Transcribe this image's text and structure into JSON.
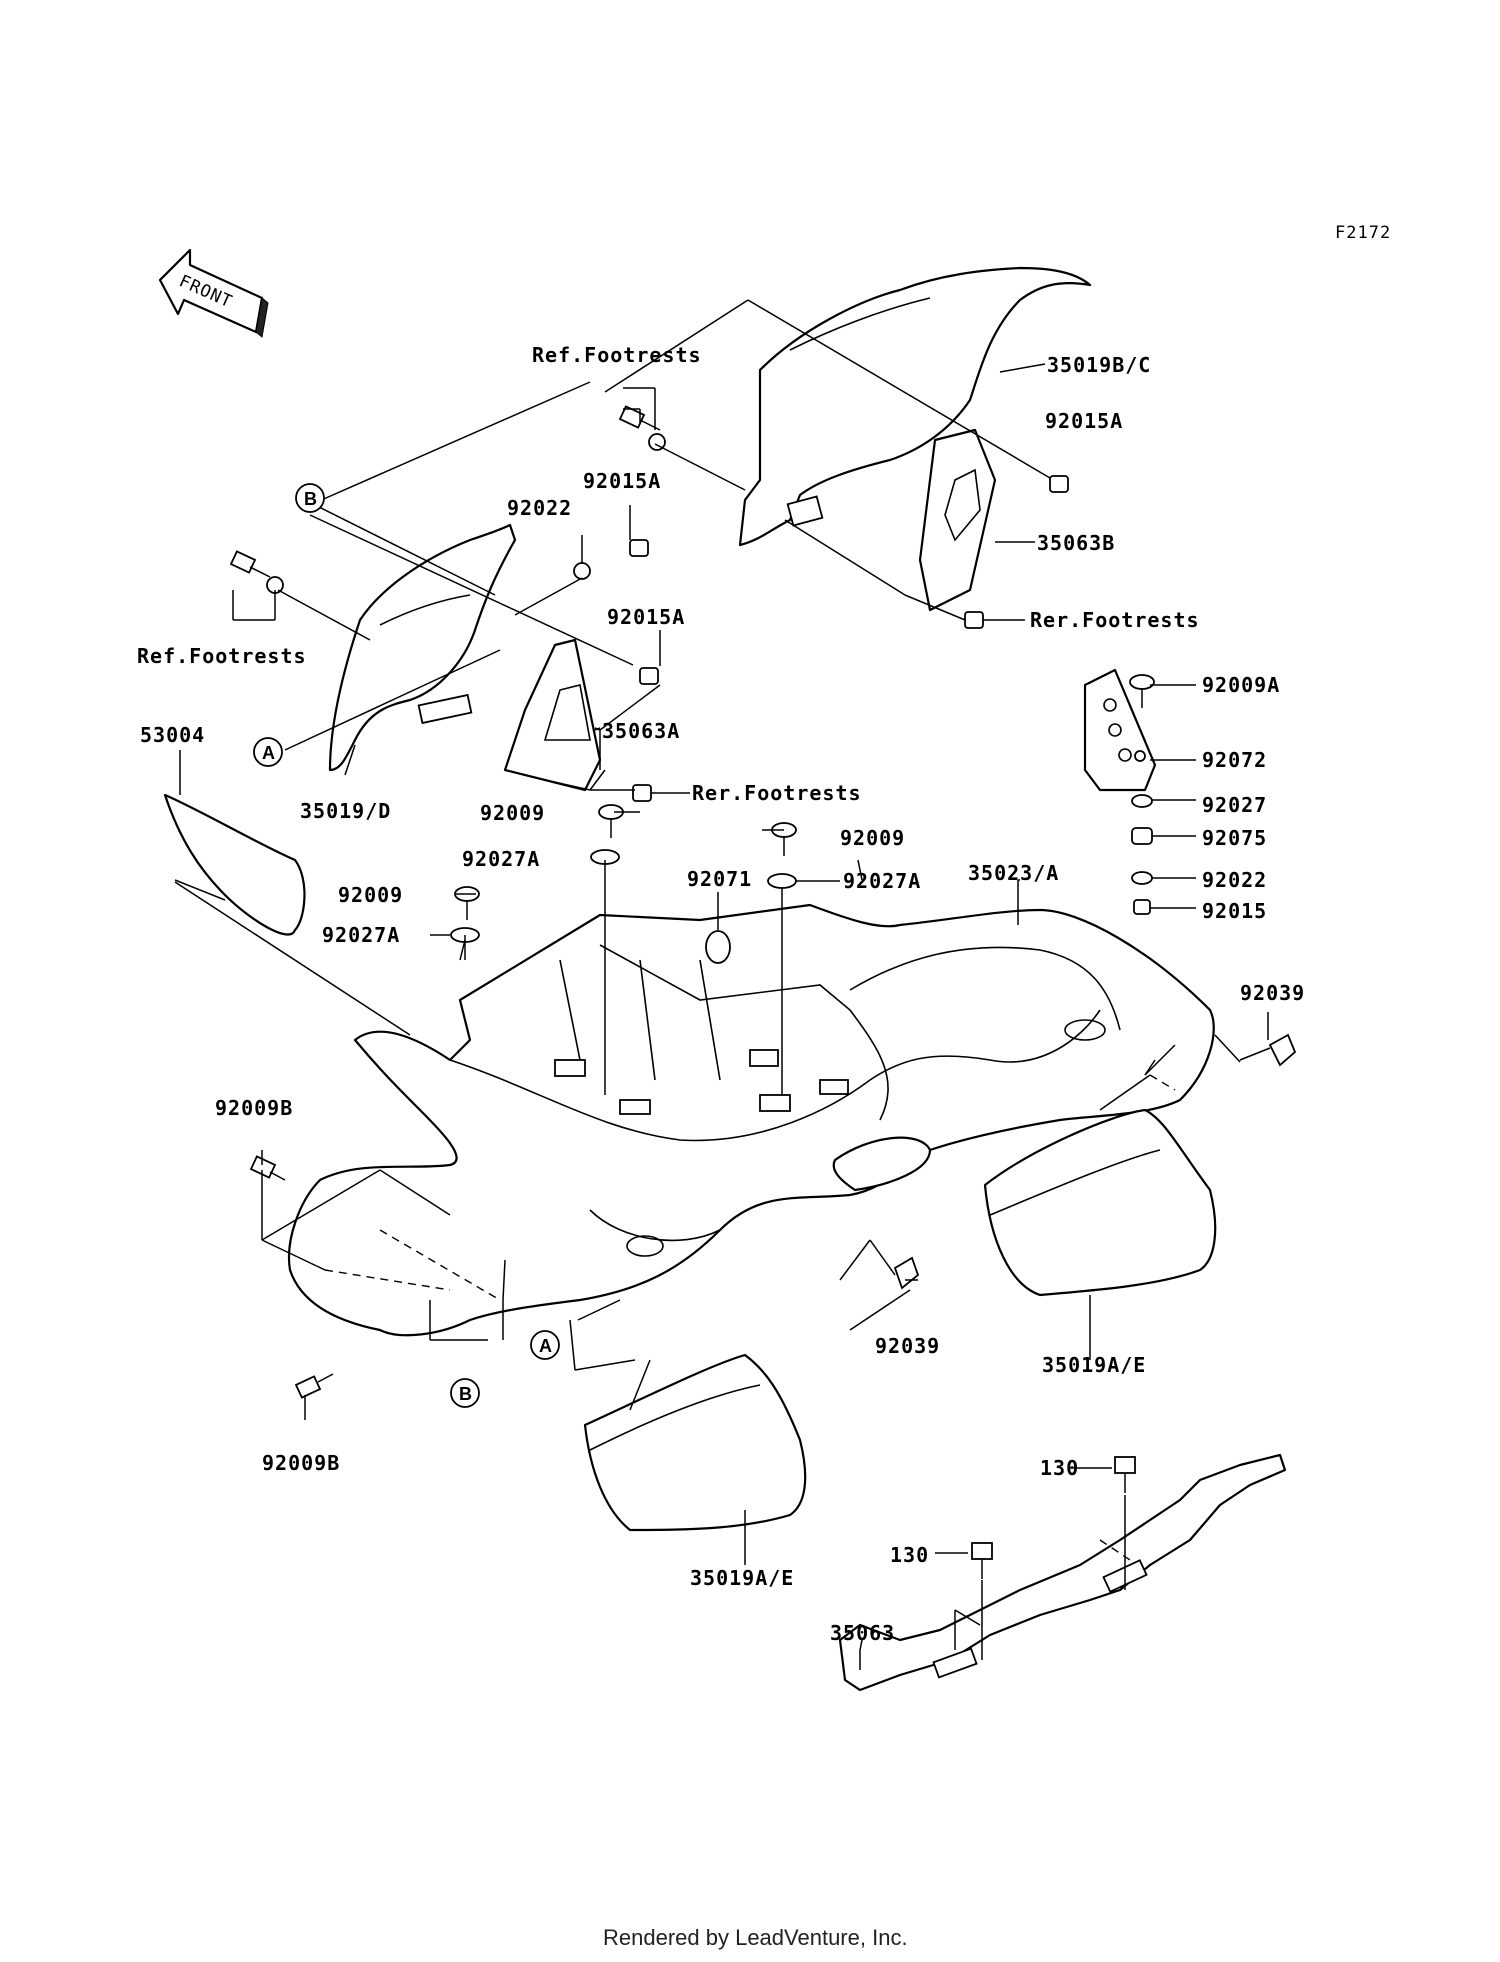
{
  "figure_code": "F2172",
  "front_label": "FRONT",
  "footer": "Rendered by LeadVenture, Inc.",
  "labels": {
    "p35019bc": "35019B/C",
    "p92015a_1": "92015A",
    "p35063b": "35063B",
    "rer_footrests_1": "Rer.Footrests",
    "ref_footrests_1": "Ref.Footrests",
    "p92015a_2": "92015A",
    "p92022_1": "92022",
    "p92015a_3": "92015A",
    "ref_footrests_2": "Ref.Footrests",
    "p35063a": "35063A",
    "rer_footrests_2": "Rer.Footrests",
    "p53004": "53004",
    "p35019d": "35019/D",
    "p92009_1": "92009",
    "p92009_2": "92009",
    "p92027a_1": "92027A",
    "p92071": "92071",
    "p92027a_2": "92027A",
    "p92009_3": "92009",
    "p92027a_3": "92027A",
    "p35023a": "35023/A",
    "p92009a": "92009A",
    "p92072": "92072",
    "p92027": "92027",
    "p92075": "92075",
    "p92022_2": "92022",
    "p92015": "92015",
    "p92039_1": "92039",
    "p92009b_1": "92009B",
    "p92039_2": "92039",
    "p35019ae_1": "35019A/E",
    "p92009b_2": "92009B",
    "p35019ae_2": "35019A/E",
    "p130_1": "130",
    "p130_2": "130",
    "p35063": "35063"
  },
  "callouts": {
    "a": "A",
    "b": "B"
  }
}
